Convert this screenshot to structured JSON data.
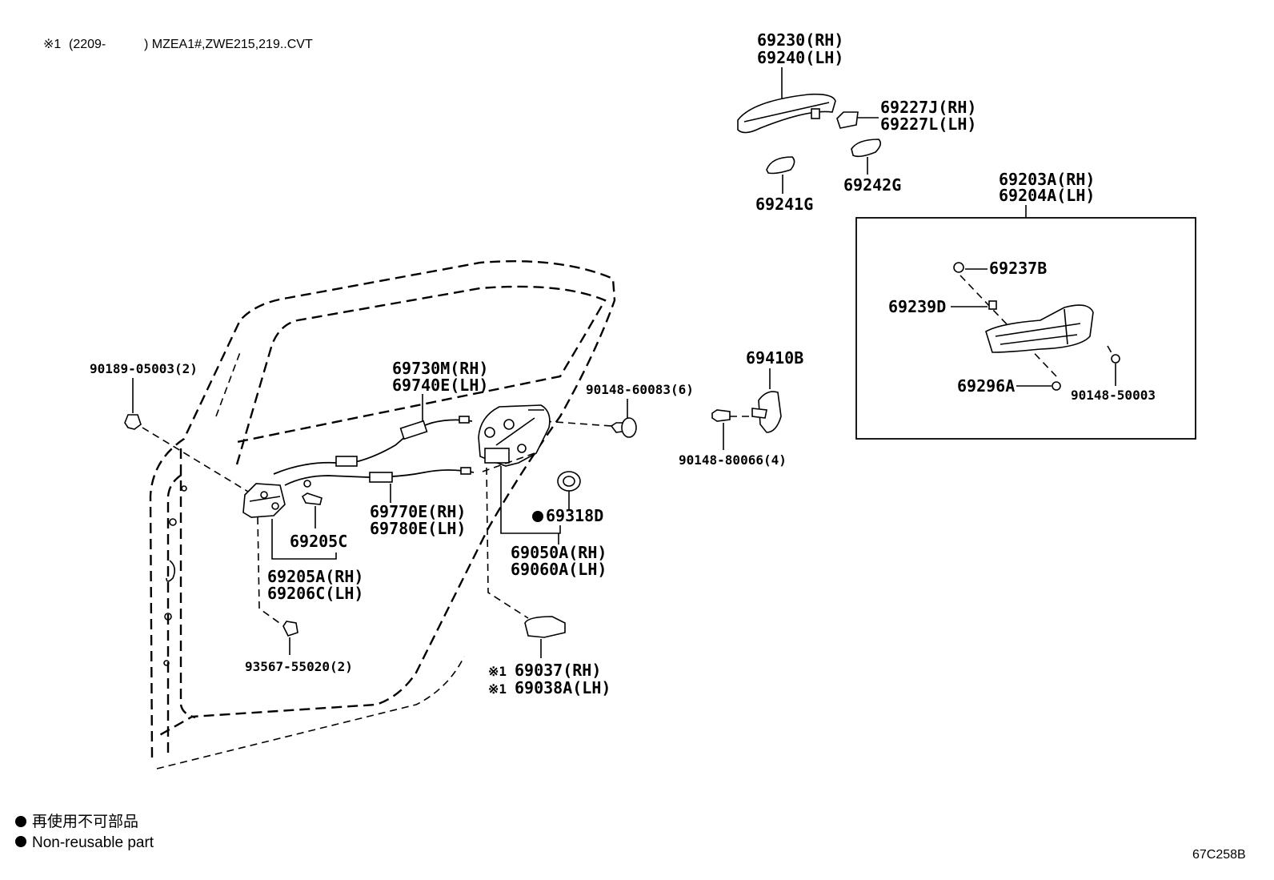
{
  "header": {
    "note_mark": "※1",
    "note_date": "(2209-",
    "note_models": ") MZEA1#,ZWE215,219..CVT"
  },
  "labels": {
    "p69230": "69230(RH)",
    "p69240": "69240(LH)",
    "p69227J": "69227J(RH)",
    "p69227L": "69227L(LH)",
    "p69242G": "69242G",
    "p69241G": "69241G",
    "p69203A": "69203A(RH)",
    "p69204A": "69204A(LH)",
    "p69237B": "69237B",
    "p69239D": "69239D",
    "p69296A": "69296A",
    "p90148_50003": "90148-50003",
    "p69410B": "69410B",
    "p90148_80066": "90148-80066(4)",
    "p90148_60083": "90148-60083(6)",
    "p90189": "90189-05003(2)",
    "p69730M": "69730M(RH)",
    "p69740E": "69740E(LH)",
    "p69770E": "69770E(RH)",
    "p69780E": "69780E(LH)",
    "p69318D": "69318D",
    "p69205C": "69205C",
    "p69205A": "69205A(RH)",
    "p69206C": "69206C(LH)",
    "p69050A": "69050A(RH)",
    "p69060A": "69060A(LH)",
    "p93567": "93567-55020(2)",
    "p69037": "69037(RH)",
    "p69038A": "69038A(LH)",
    "mark1": "※1"
  },
  "legend": {
    "jp": "再使用不可部品",
    "en": "Non-reusable part"
  },
  "figure_code": "67C258B"
}
